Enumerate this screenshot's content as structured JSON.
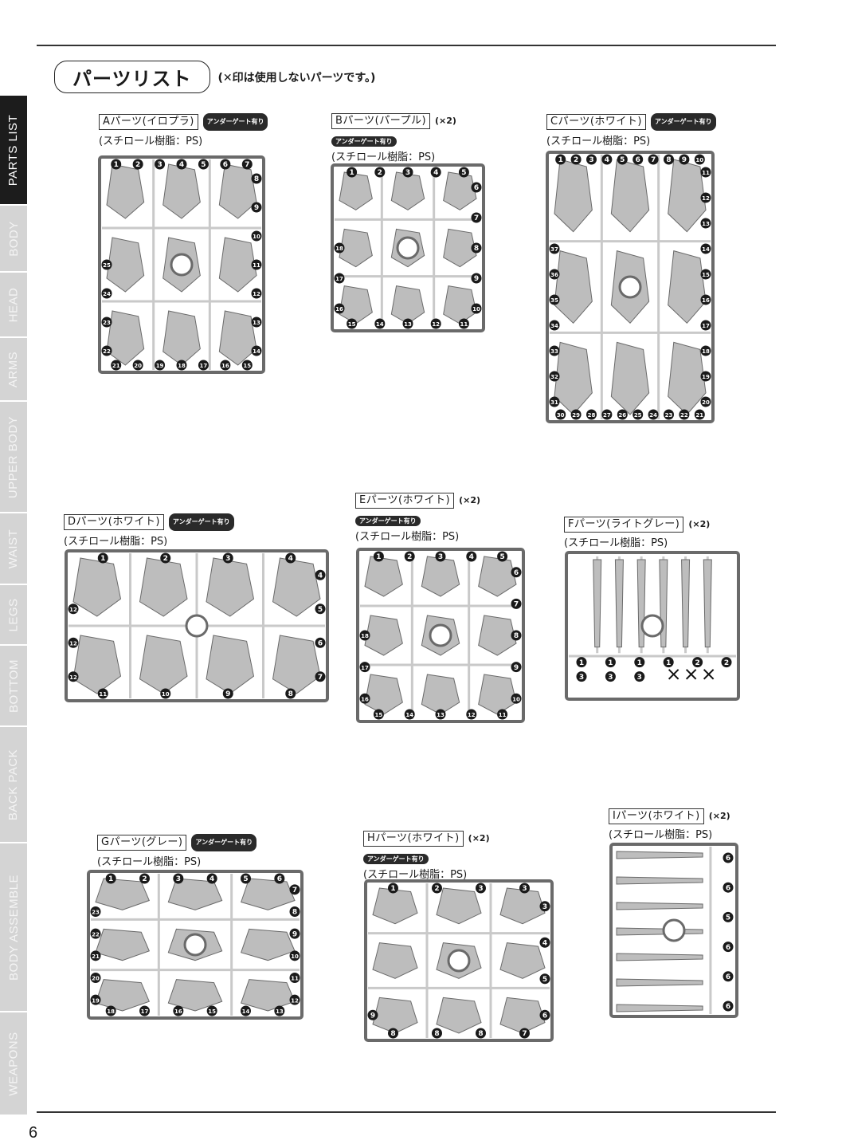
{
  "header": {
    "title": "パーツリスト",
    "note": "(✕印は使用しないパーツです。)"
  },
  "side_tabs": [
    {
      "label": "PARTS LIST",
      "active": true
    },
    {
      "label": "BODY",
      "active": false
    },
    {
      "label": "HEAD",
      "active": false
    },
    {
      "label": "ARMS",
      "active": false
    },
    {
      "label": "UPPER BODY",
      "active": false
    },
    {
      "label": "WAIST",
      "active": false
    },
    {
      "label": "LEGS",
      "active": false
    },
    {
      "label": "BOTTOM",
      "active": false
    },
    {
      "label": "BACK PACK",
      "active": false
    },
    {
      "label": "BODY ASSEMBLE",
      "active": false
    },
    {
      "label": "WEAPONS",
      "active": false
    }
  ],
  "panels": {
    "A": {
      "name": "Aパーツ(イロプラ)",
      "badge": "アンダーゲート有り",
      "qty": "",
      "material": "(スチロール樹脂：PS)",
      "numbers": [
        "1",
        "2",
        "3",
        "4",
        "5",
        "6",
        "7",
        "8",
        "9",
        "10",
        "11",
        "12",
        "13",
        "14",
        "15",
        "16",
        "17",
        "18",
        "19",
        "20",
        "21",
        "22",
        "23",
        "24",
        "25"
      ]
    },
    "B": {
      "name": "Bパーツ(パープル)",
      "badge": "アンダーゲート有り",
      "qty": "(×2)",
      "material": "(スチロール樹脂：PS)",
      "numbers": [
        "1",
        "2",
        "3",
        "4",
        "5",
        "6",
        "7",
        "8",
        "9",
        "10",
        "11",
        "12",
        "13",
        "14",
        "15",
        "16",
        "17",
        "18"
      ]
    },
    "C": {
      "name": "Cパーツ(ホワイト)",
      "badge": "アンダーゲート有り",
      "qty": "",
      "material": "(スチロール樹脂：PS)",
      "numbers": [
        "1",
        "2",
        "3",
        "4",
        "5",
        "6",
        "7",
        "8",
        "9",
        "10",
        "11",
        "12",
        "13",
        "14",
        "15",
        "16",
        "17",
        "18",
        "19",
        "20",
        "21",
        "22",
        "23",
        "24",
        "25",
        "26",
        "27",
        "28",
        "29",
        "30",
        "31",
        "32",
        "33",
        "34",
        "35",
        "36",
        "37"
      ]
    },
    "D": {
      "name": "Dパーツ(ホワイト)",
      "badge": "アンダーゲート有り",
      "qty": "",
      "material": "(スチロール樹脂：PS)",
      "numbers": [
        "1",
        "2",
        "3",
        "4",
        "4",
        "5",
        "6",
        "7",
        "8",
        "9",
        "10",
        "11",
        "12",
        "12",
        "12"
      ]
    },
    "E": {
      "name": "Eパーツ(ホワイト)",
      "badge": "アンダーゲート有り",
      "qty": "(×2)",
      "material": "(スチロール樹脂：PS)",
      "numbers": [
        "1",
        "2",
        "3",
        "4",
        "5",
        "6",
        "7",
        "8",
        "9",
        "10",
        "11",
        "12",
        "13",
        "14",
        "15",
        "16",
        "17",
        "18"
      ]
    },
    "F": {
      "name": "Fパーツ(ライトグレー)",
      "badge": "",
      "qty": "(×2)",
      "material": "(スチロール樹脂：PS)",
      "numbers": [
        "1",
        "1",
        "1",
        "1",
        "2",
        "2",
        "3",
        "3",
        "3"
      ]
    },
    "G": {
      "name": "Gパーツ(グレー)",
      "badge": "アンダーゲート有り",
      "qty": "",
      "material": "(スチロール樹脂：PS)",
      "numbers": [
        "1",
        "2",
        "3",
        "4",
        "5",
        "6",
        "7",
        "8",
        "9",
        "10",
        "11",
        "12",
        "13",
        "14",
        "15",
        "16",
        "17",
        "18",
        "19",
        "20",
        "21",
        "22",
        "23"
      ]
    },
    "H": {
      "name": "Hパーツ(ホワイト)",
      "badge": "アンダーゲート有り",
      "qty": "(×2)",
      "material": "(スチロール樹脂：PS)",
      "numbers": [
        "1",
        "2",
        "3",
        "3",
        "3",
        "4",
        "5",
        "6",
        "7",
        "8",
        "8",
        "8",
        "9"
      ]
    },
    "I": {
      "name": "Iパーツ(ホワイト)",
      "badge": "",
      "qty": "(×2)",
      "material": "(スチロール樹脂：PS)",
      "numbers": [
        "6",
        "6",
        "5",
        "6",
        "6",
        "6"
      ]
    }
  },
  "page_number": "6",
  "colors": {
    "runner_fill": "#c9c9c9",
    "runner_stroke": "#6a6a6a",
    "part_fill": "#bdbdbd",
    "badge_bg": "#2a2a2a",
    "tab_active": "#1c1c1c",
    "tab_inactive": "#d4d4d4"
  }
}
